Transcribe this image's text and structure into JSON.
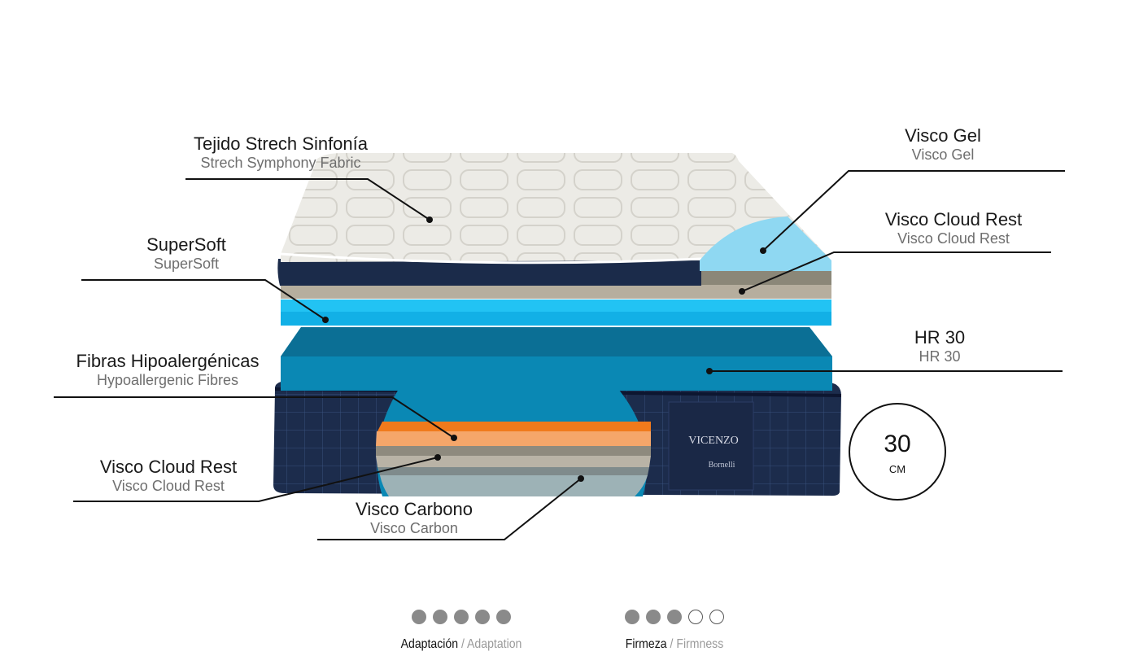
{
  "layers": {
    "tejido": {
      "es": "Tejido Strech Sinfonía",
      "en": "Strech Symphony Fabric"
    },
    "supersoft": {
      "es": "SuperSoft",
      "en": "SuperSoft"
    },
    "fibras": {
      "es": "Fibras Hipoalergénicas",
      "en": "Hypoallergenic Fibres"
    },
    "visco_cloud_bottom": {
      "es": "Visco Cloud Rest",
      "en": "Visco Cloud Rest"
    },
    "visco_carbono": {
      "es": "Visco Carbono",
      "en": "Visco Carbon"
    },
    "visco_gel": {
      "es": "Visco Gel",
      "en": "Visco Gel"
    },
    "visco_cloud_top": {
      "es": "Visco Cloud Rest",
      "en": "Visco Cloud Rest"
    },
    "hr30": {
      "es": "HR 30",
      "en": "HR 30"
    }
  },
  "brand": {
    "name": "VICENZO",
    "sub": "Bornelli"
  },
  "height_badge": {
    "value": "30",
    "unit": "CM"
  },
  "ratings": {
    "adaptation": {
      "es": "Adaptación",
      "sep": " / ",
      "en": "Adaptation",
      "level": 5,
      "max": 5
    },
    "firmness": {
      "es": "Firmeza",
      "sep": " / ",
      "en": "Firmness",
      "level": 3,
      "max": 5
    }
  },
  "colors": {
    "gel": "#8fd8f2",
    "supersoft": "#0fb4ea",
    "hr": "#0a88b4",
    "orange": "#f07a1c",
    "peach": "#f5a66a",
    "cover": "#1b2b4a",
    "grey_layer": "#8e8a7e"
  }
}
